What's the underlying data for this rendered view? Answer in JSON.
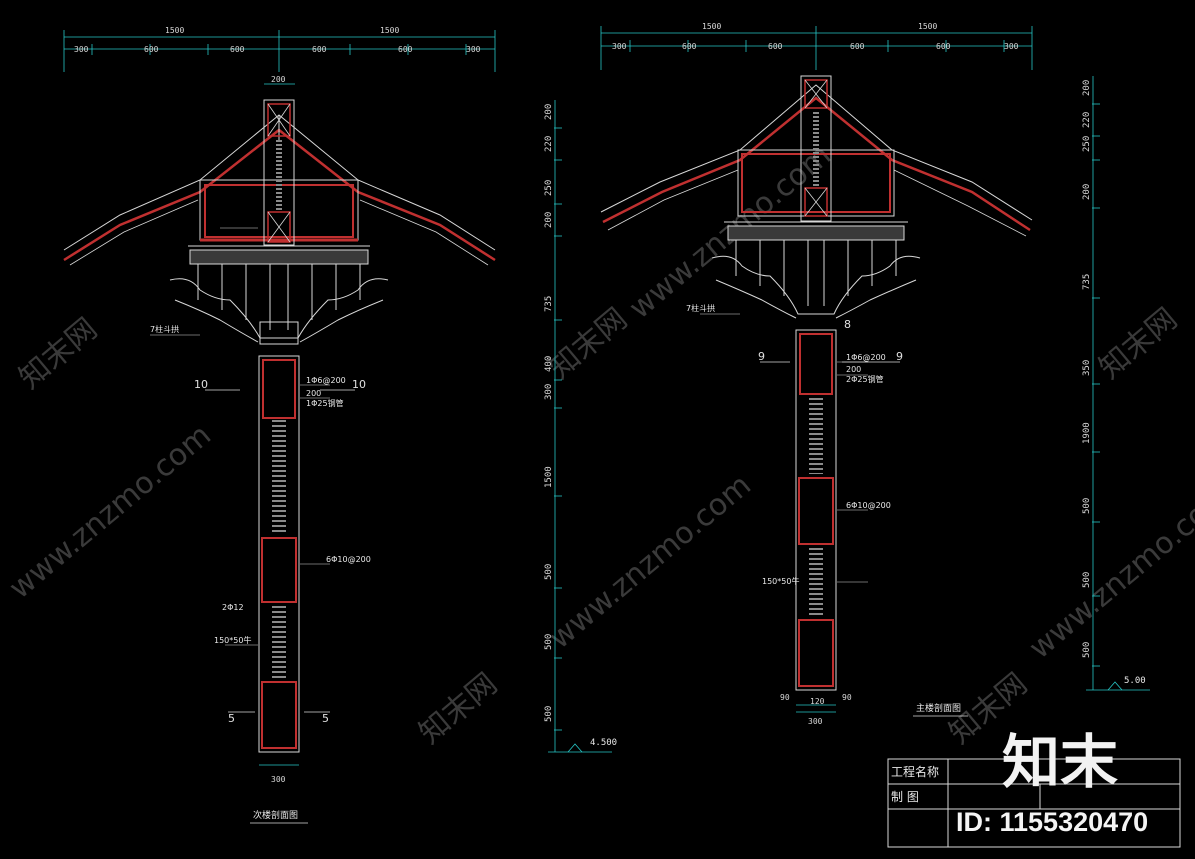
{
  "watermark": {
    "site": "www.znzmo.com",
    "brand": "知末网"
  },
  "left_drawing": {
    "top_dims_major": [
      "1500",
      "1500"
    ],
    "top_dims_minor": [
      "300",
      "600",
      "600",
      "600",
      "600",
      "300"
    ],
    "post_width_top": "200",
    "post_width_bottom": "300",
    "vertical_dims": [
      "200",
      "220",
      "250",
      "200",
      "735",
      "400",
      "300",
      "1500",
      "500",
      "500",
      "500"
    ],
    "level": "4.500",
    "section_marks": [
      "10",
      "10",
      "5",
      "5"
    ],
    "caption": "次楼剖面图",
    "labels": {
      "rebar_1": "1Φ6@200",
      "rebar_2": "200",
      "rebar_3": "1Φ25钢管",
      "note_2": "7柱斗拱",
      "note_3": "6Φ10@200",
      "note_4": "150*50牛",
      "note_5": "2Φ12"
    }
  },
  "right_drawing": {
    "top_dims_major": [
      "1500",
      "1500"
    ],
    "top_dims_minor": [
      "300",
      "600",
      "600",
      "600",
      "600",
      "300"
    ],
    "post_widths_bottom": [
      "90",
      "120",
      "90"
    ],
    "post_width_total": "300",
    "vertical_dims": [
      "200",
      "220",
      "250",
      "200",
      "735",
      "350",
      "1900",
      "500",
      "500",
      "500"
    ],
    "level": "5.00",
    "section_marks": [
      "9",
      "9",
      "8"
    ],
    "caption": "主楼剖面图",
    "labels": {
      "rebar_1": "1Φ6@200",
      "rebar_2": "200",
      "rebar_3": "2Φ25钢管",
      "note_2": "7柱斗拱",
      "note_3": "6Φ10@200",
      "note_4": "150*50牛"
    }
  },
  "title_block": {
    "project_name_label": "工程名称",
    "drawn_label": "制  图"
  },
  "brand_logo": "知末",
  "id_label": "ID: 1155320470"
}
